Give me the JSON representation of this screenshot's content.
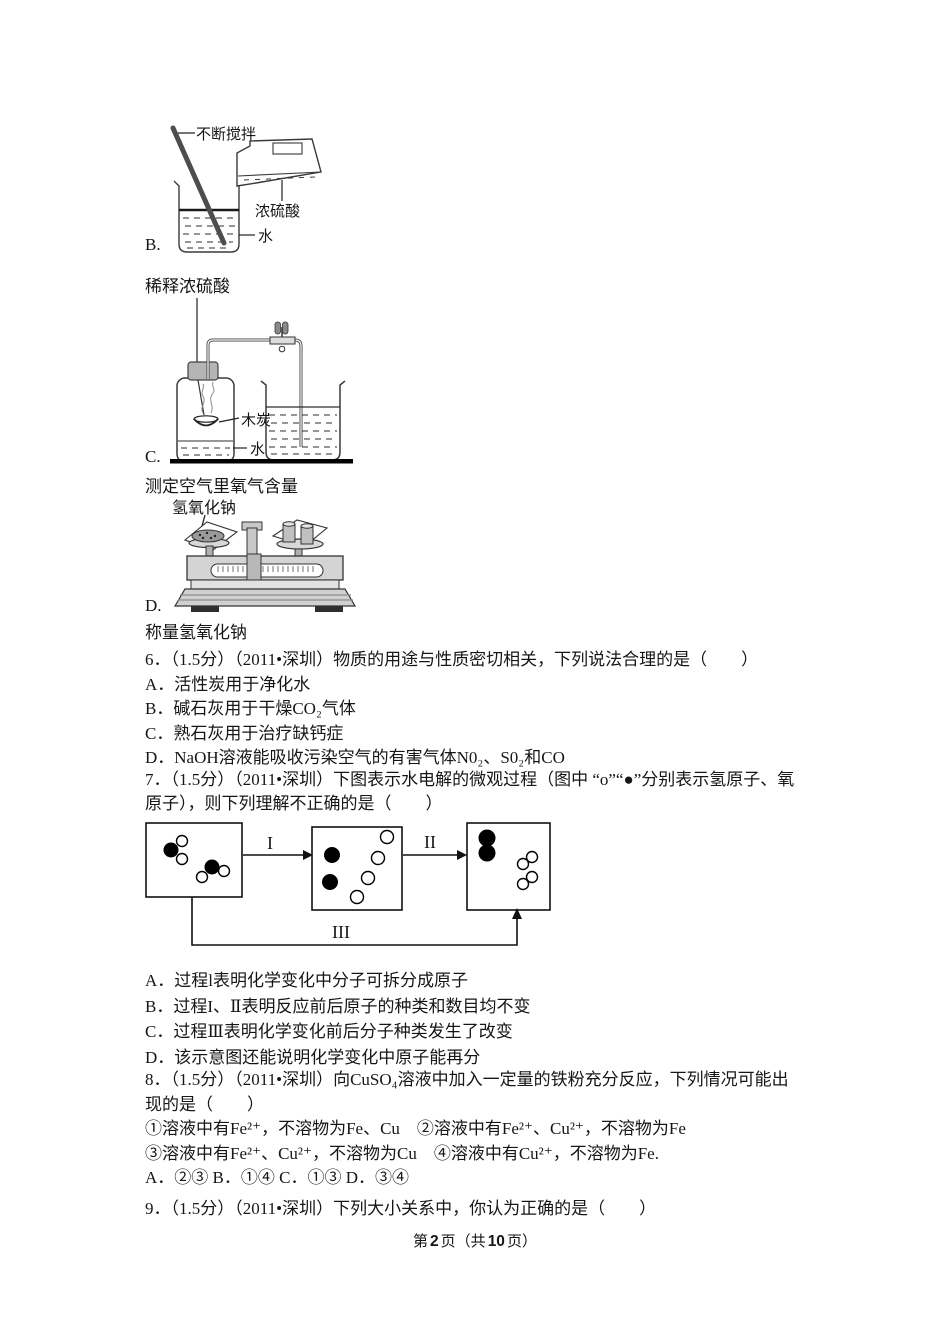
{
  "diagram_b": {
    "letter": "B.",
    "caption": "稀释浓硫酸",
    "label_stir": "不断搅拌",
    "label_acid": "浓硫酸",
    "label_water": "水"
  },
  "diagram_c": {
    "letter": "C.",
    "caption": "测定空气里氧气含量",
    "label_charcoal": "木炭",
    "label_water": "水"
  },
  "diagram_d": {
    "letter": "D.",
    "caption": "称量氢氧化钠",
    "label_naoh": "氢氧化钠"
  },
  "q6": {
    "stem": "6．（1.5分）（2011•深圳）物质的用途与性质密切相关，下列说法合理的是（　　）",
    "opt_a": "A．活性炭用于净化水",
    "opt_b": "B．碱石灰用于干燥CO₂气体",
    "opt_c": "C．熟石灰用于治疗缺钙症",
    "opt_d": "D．NaOH溶液能吸收污染空气的有害气体N0₂、S0₂和CO"
  },
  "q7": {
    "stem1": "7．（1.5分）（2011•深圳）下图表示水电解的微观过程（图中 “o”“●”分别表示氢原子、氧",
    "stem2": "原子），则下列理解不正确的是（　　）",
    "proc1": "I",
    "proc2": "II",
    "proc3": "III",
    "opt_a": "A．过程l表明化学变化中分子可拆分成原子",
    "opt_b": "B．过程I、Ⅱ表明反应前后原子的种类和数目均不变",
    "opt_c": "C．过程Ⅲ表明化学变化前后分子种类发生了改变",
    "opt_d": "D．该示意图还能说明化学变化中原子能再分"
  },
  "q8": {
    "stem1": "8．（1.5分）（2011•深圳）向CuSO₄溶液中加入一定量的铁粉充分反应，下列情况可能出",
    "stem2": "现的是（　　）",
    "items12": "①溶液中有Fe²⁺，不溶物为Fe、Cu　②溶液中有Fe²⁺、Cu²⁺，不溶物为Fe",
    "items34": "③溶液中有Fe²⁺、Cu²⁺，不溶物为Cu　④溶液中有Cu²⁺，不溶物为Fe.",
    "answers": "A．②③ B．①④ C．①③ D．③④"
  },
  "q9": {
    "stem": "9．（1.5分）（2011•深圳）下列大小关系中，你认为正确的是（　　）"
  },
  "footer": {
    "prefix": "第",
    "page_num": "2",
    "mid": "页（共",
    "total": "10",
    "suffix": "页）"
  }
}
